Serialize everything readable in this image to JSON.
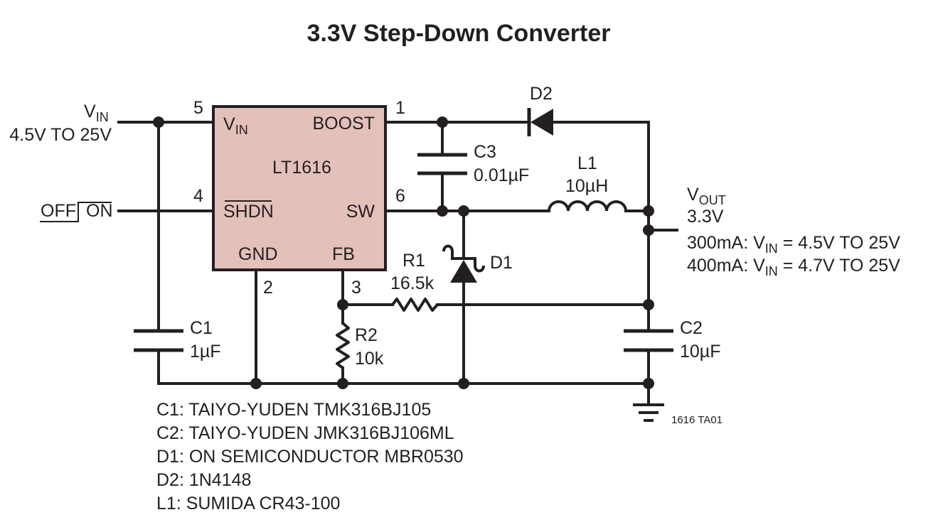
{
  "title": "3.3V Step-Down Converter",
  "ic": {
    "name": "LT1616",
    "fill": "#e4c0bb",
    "pins": {
      "vin": {
        "number": "5",
        "label_main": "V",
        "label_sub": "IN"
      },
      "boost": {
        "number": "1",
        "label": "BOOST"
      },
      "shdn": {
        "number": "4",
        "label": "SHDN"
      },
      "sw": {
        "number": "6",
        "label": "SW"
      },
      "gnd": {
        "number": "2",
        "label": "GND"
      },
      "fb": {
        "number": "3",
        "label": "FB"
      }
    }
  },
  "input": {
    "name_main": "V",
    "name_sub": "IN",
    "range": "4.5V TO 25V"
  },
  "shutdown_control": {
    "off": "OFF",
    "on": "ON"
  },
  "output": {
    "name_main": "V",
    "name_sub": "OUT",
    "voltage": "3.3V",
    "line1_a": "300mA: V",
    "line1_sub": "IN",
    "line1_b": " = 4.5V TO 25V",
    "line2_a": "400mA: V",
    "line2_sub": "IN",
    "line2_b": " = 4.7V TO 25V"
  },
  "components": {
    "c1": {
      "ref": "C1",
      "value": "1µF"
    },
    "c2": {
      "ref": "C2",
      "value": "10µF"
    },
    "c3": {
      "ref": "C3",
      "value": "0.01µF"
    },
    "r1": {
      "ref": "R1",
      "value": "16.5k"
    },
    "r2": {
      "ref": "R2",
      "value": "10k"
    },
    "l1": {
      "ref": "L1",
      "value": "10µH"
    },
    "d1": {
      "ref": "D1"
    },
    "d2": {
      "ref": "D2"
    }
  },
  "parts_list": [
    "C1: TAIYO-YUDEN TMK316BJ105",
    "C2: TAIYO-YUDEN JMK316BJ106ML",
    "D1: ON SEMICONDUCTOR MBR0530",
    "D2: 1N4148",
    "L1: SUMIDA CR43-100"
  ],
  "figure_id": "1616 TA01"
}
